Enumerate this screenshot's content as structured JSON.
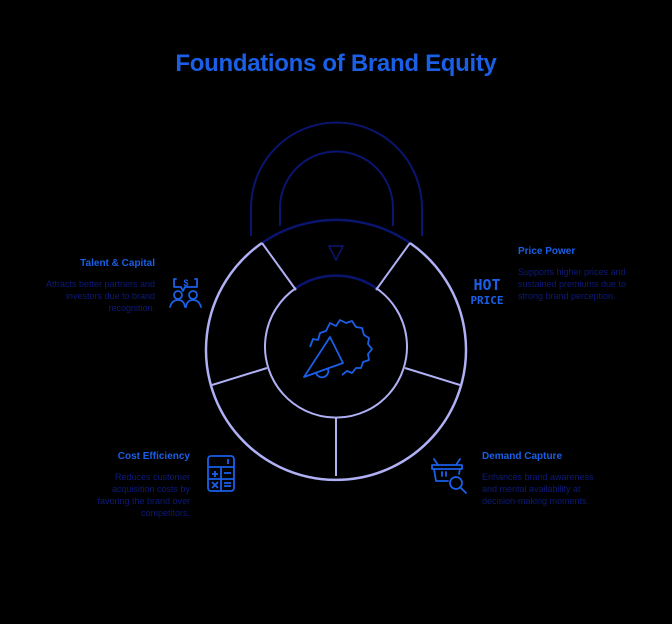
{
  "title": "Foundations of Brand Equity",
  "colors": {
    "background": "#000000",
    "accent": "#1a5fe6",
    "heading": "#1a5fe6",
    "body_text": "#0d1a7a",
    "lock_dark": "#0a1570",
    "lock_light": "#b0b0f5"
  },
  "center": {
    "icon": "megaphone-badge-icon"
  },
  "segments": [
    {
      "id": "talent",
      "heading": "Talent & Capital",
      "description": "Attracts better partners and investors due to brand recognition.",
      "icon": "investor-users-icon"
    },
    {
      "id": "price",
      "heading": "Price Power",
      "description": "Supports higher prices and sustained premiums due to strong brand perception.",
      "icon": "hot-price-icon",
      "icon_text": [
        "HOT",
        "PRICE"
      ]
    },
    {
      "id": "cost",
      "heading": "Cost Efficiency",
      "description": "Reduces customer acquisition costs by favoring the brand over competitors.",
      "icon": "calculator-icon"
    },
    {
      "id": "demand",
      "heading": "Demand Capture",
      "description": "Enhances brand awareness and mental availability at decision-making moments.",
      "icon": "basket-search-icon"
    }
  ]
}
